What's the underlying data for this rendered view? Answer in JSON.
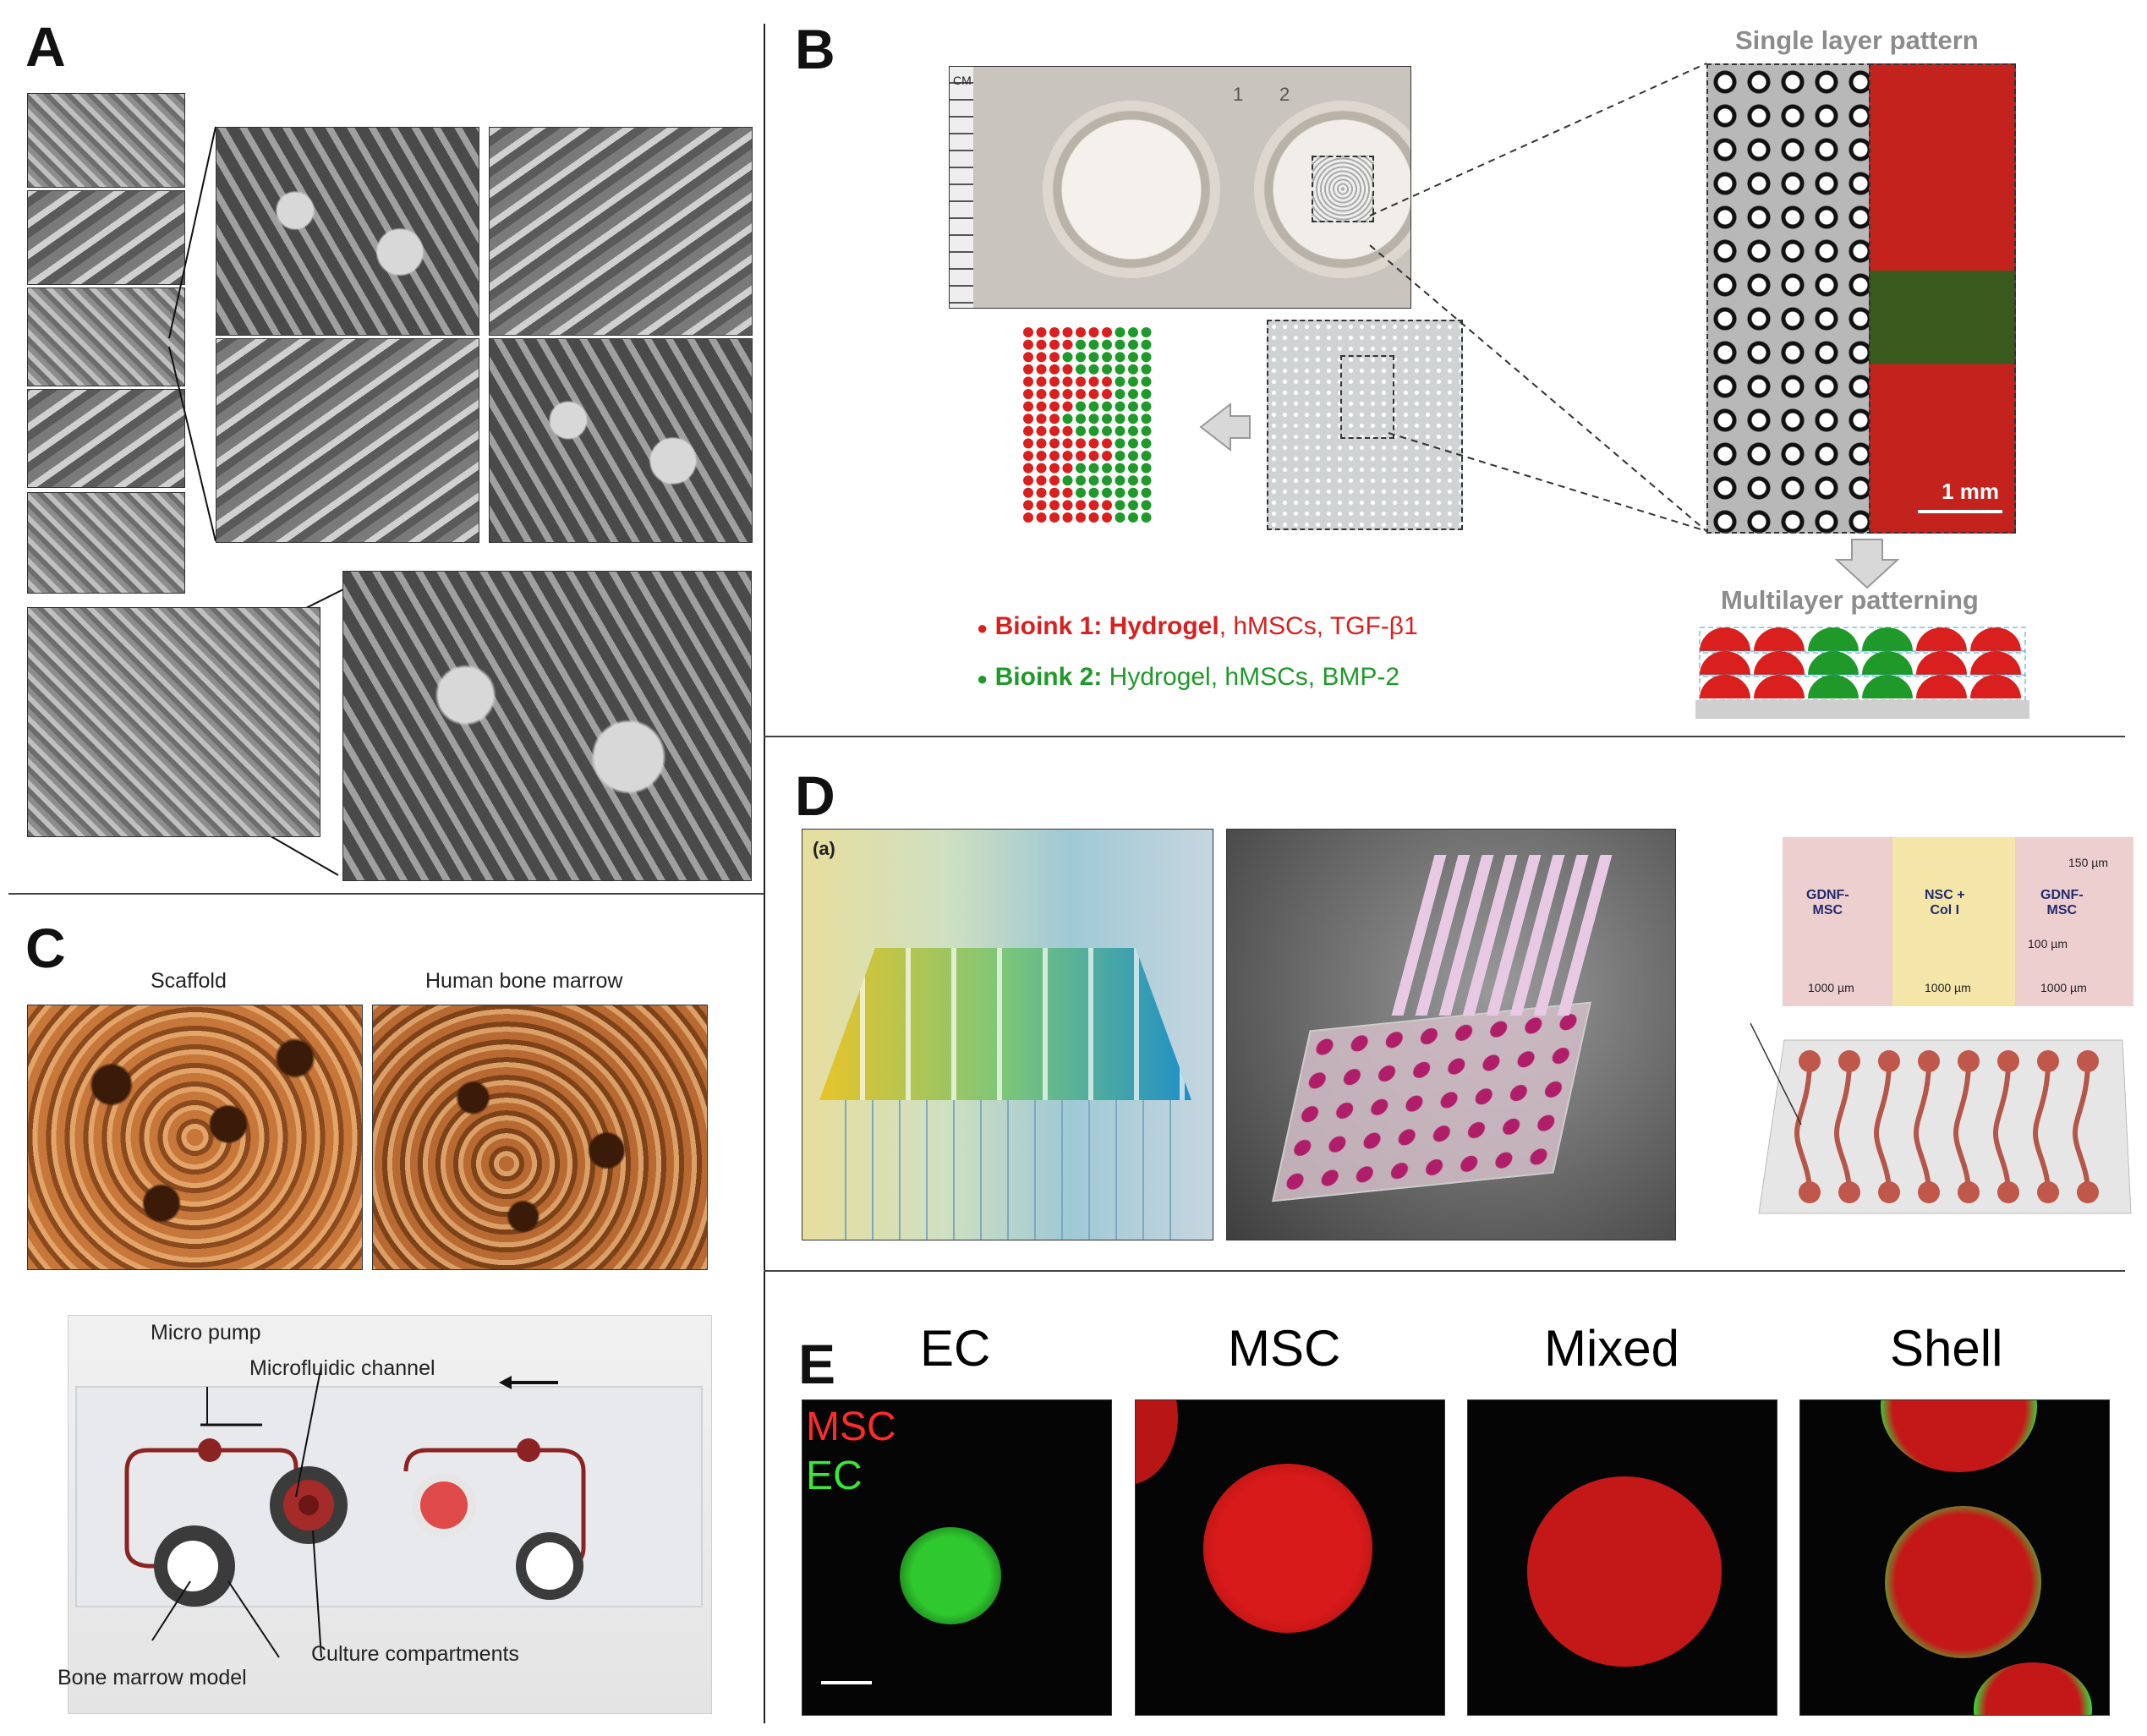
{
  "panels": {
    "a": {
      "letter": "A"
    },
    "b": {
      "letter": "B",
      "single_layer_title": "Single layer pattern",
      "multilayer_title": "Multilayer patterning",
      "scale_label": "1 mm",
      "ruler_unit": "CM",
      "well_numbers": [
        "1",
        "2"
      ],
      "bioink1_prefix": "Bioink 1: Hydrogel",
      "bioink1_rest": ", hMSCs, TGF-β1",
      "bioink2_prefix": "Bioink 2:",
      "bioink2_rest": " Hydrogel, hMSCs, BMP-2",
      "colors": {
        "red": "#d9201e",
        "green": "#1f9a2a"
      }
    },
    "c": {
      "letter": "C",
      "scaffold_label": "Scaffold",
      "marrow_label": "Human bone marrow",
      "micro_pump": "Micro pump",
      "microfluidic_channel": "Microfluidic channel",
      "culture_compartments": "Culture compartments",
      "bone_marrow_model": "Bone marrow model",
      "sem_color": "#c7773a"
    },
    "d": {
      "letter": "D",
      "sub_label": "(a)",
      "gdnf_left": "GDNF-\nMSC",
      "nsc": "NSC +\nCol I",
      "gdnf_right": "GDNF-\nMSC",
      "dim_150": "150 µm",
      "dim_100": "100 µm",
      "dim_1000_a": "1000 µm",
      "dim_1000_b": "1000 µm",
      "dim_1000_c": "1000 µm"
    },
    "e": {
      "letter": "E",
      "col_ec": "EC",
      "col_msc": "MSC",
      "col_mixed": "Mixed",
      "col_shell": "Shell",
      "legend_msc": "MSC",
      "legend_ec": "EC",
      "red": "#ff2b2b",
      "green": "#39e639"
    }
  }
}
